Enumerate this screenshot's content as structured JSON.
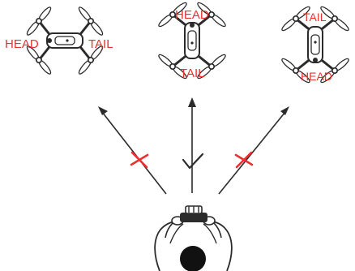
{
  "drones": [
    {
      "head_label": "HEAD",
      "tail_label": "TAIL",
      "verdict": "wrong"
    },
    {
      "head_label": "HEAD",
      "tail_label": "TAIL",
      "verdict": "correct"
    },
    {
      "head_label": "HEAD",
      "tail_label": "TAIL",
      "verdict": "wrong"
    }
  ],
  "colors": {
    "label": "#e8322f",
    "wrong_mark": "#e8322f",
    "line": "#2b2b2b"
  },
  "icons": {
    "wrong": "red-cross-icon",
    "correct": "checkmark-icon",
    "pilot": "pilot-with-controller-icon",
    "drone": "quadcopter-icon"
  }
}
